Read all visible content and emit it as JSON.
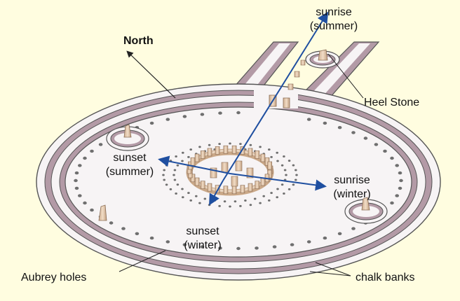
{
  "diagram": {
    "north_label": "North",
    "sunrise_summer": {
      "line1": "sunrise",
      "line2": "(summer)"
    },
    "sunset_summer": {
      "line1": "sunset",
      "line2": "(summer)"
    },
    "sunrise_winter": {
      "line1": "sunrise",
      "line2": "(winter)"
    },
    "sunset_winter": {
      "line1": "sunset",
      "line2": "(winter)"
    },
    "heel_stone_label": "Heel Stone",
    "aubrey_holes_label": "Aubrey holes",
    "chalk_banks_label": "chalk banks"
  },
  "colors": {
    "background": "#fffde0",
    "ground": "#f7f4f5",
    "bank": "#b39aa6",
    "outline": "#555555",
    "stone": "#e6cdb3",
    "stone_dark": "#b08f70",
    "axis": "#1f4fa0",
    "hole": "#6f6f6f"
  }
}
